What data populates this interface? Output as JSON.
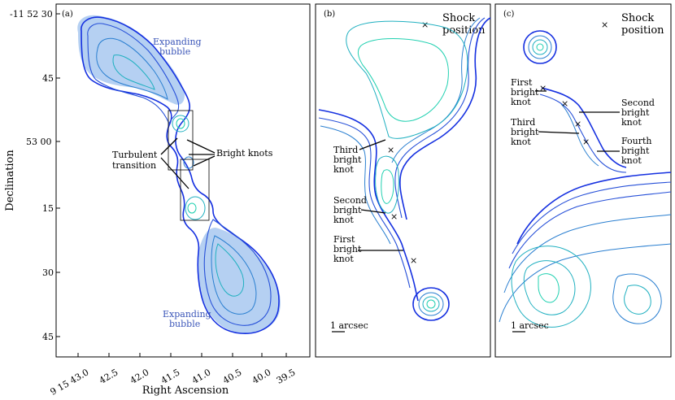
{
  "panel_a": {
    "label": "(a)",
    "ylabel": "Declination",
    "xlabel": "Right Ascension",
    "yticks": [
      "-11 52 30",
      "45",
      "53 00",
      "15",
      "30",
      "45"
    ],
    "xticks": [
      "9 15 43.0",
      "42.5",
      "42.0",
      "41.5",
      "41.0",
      "40.5",
      "40.0",
      "39.5"
    ],
    "bubble_top": "Expanding\nbubble",
    "bubble_top_l1": "Expanding",
    "bubble_top_l2": "bubble",
    "bubble_bot_l1": "Expanding",
    "bubble_bot_l2": "bubble",
    "turb_l1": "Turbulent",
    "turb_l2": "transition",
    "bright_knots": "Bright knots"
  },
  "panel_b": {
    "label": "(b)",
    "legend_l1": "Shock",
    "legend_l2": "position",
    "knot3": [
      "Third",
      "bright",
      "knot"
    ],
    "knot2": [
      "Second",
      "bright",
      "knot"
    ],
    "knot1": [
      "First",
      "bright",
      "knot"
    ],
    "scale": "1 arcsec"
  },
  "panel_c": {
    "label": "(c)",
    "legend_l1": "Shock",
    "legend_l2": "position",
    "knot1": [
      "First",
      "bright",
      "knot"
    ],
    "knot2": [
      "Second",
      "bright",
      "knot"
    ],
    "knot3": [
      "Third",
      "bright",
      "knot"
    ],
    "knot4": [
      "Fourth",
      "bright",
      "knot"
    ],
    "scale": "1 arcsec"
  },
  "colors": {
    "outer_contour": "#1530e0",
    "inner_contour": "#20d0b0",
    "bubble_fill": "#a8c8f0",
    "label_blue": "#3a55b8"
  }
}
